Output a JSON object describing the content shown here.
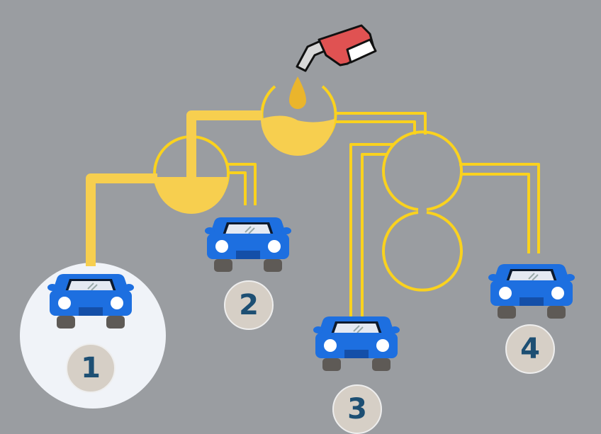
{
  "game": {
    "colors": {
      "background": "#9a9da1",
      "fuel": "#f7cf4f",
      "pipe": "#fad21e",
      "car": "#1d6fe0",
      "badge": "#d6cfc6",
      "number": "#1d4f73"
    },
    "icons": [
      "fuel-nozzle-icon",
      "fuel-drop-icon",
      "car-icon"
    ],
    "cars": [
      {
        "number": "1",
        "selected": true
      },
      {
        "number": "2",
        "selected": false
      },
      {
        "number": "3",
        "selected": false
      },
      {
        "number": "4",
        "selected": false
      }
    ]
  }
}
